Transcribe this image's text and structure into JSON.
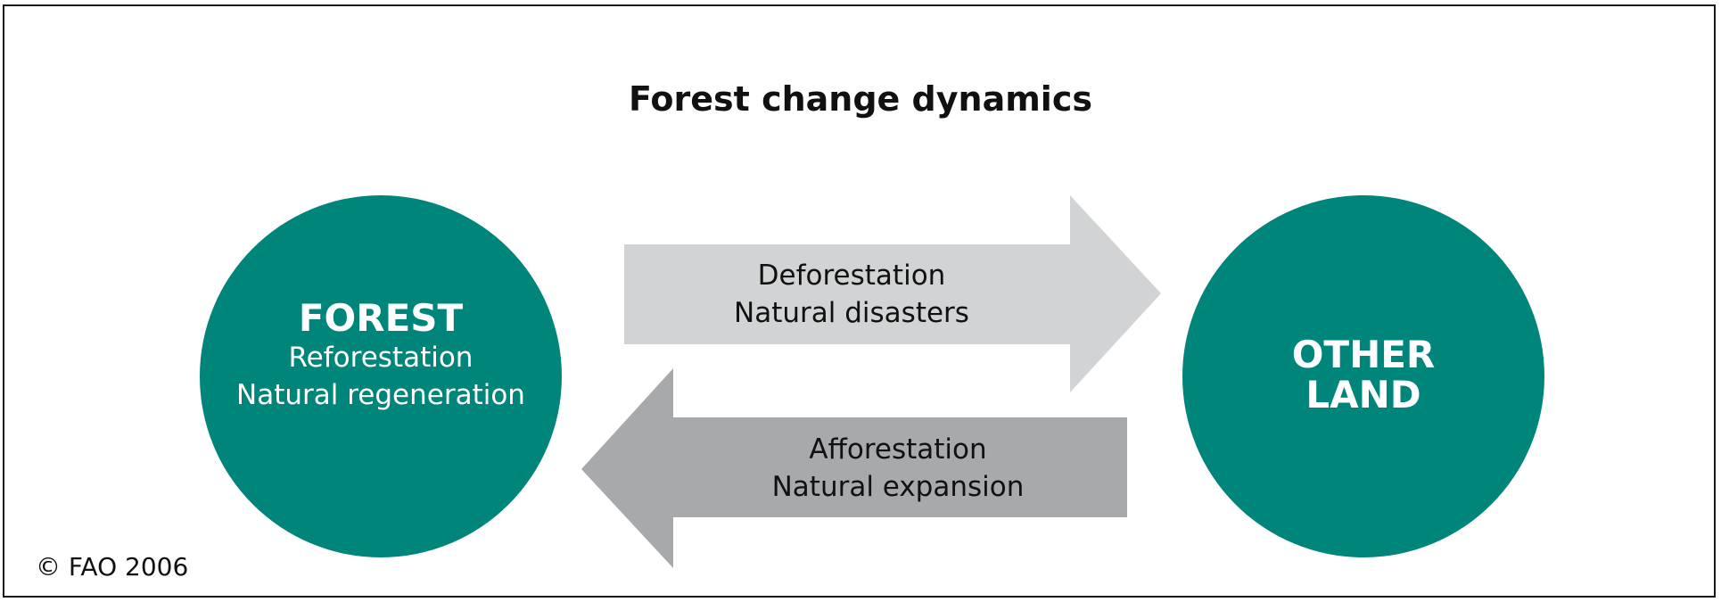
{
  "title": "Forest change dynamics",
  "colors": {
    "circle_fill": "#00857a",
    "arrow_top_fill": "#d1d3d4",
    "arrow_bottom_fill": "#a7a9ac",
    "text_dark": "#111111",
    "text_light": "#ffffff",
    "border": "#1a1a1a"
  },
  "forest_node": {
    "heading": "FOREST",
    "line1": "Reforestation",
    "line2": "Natural regeneration"
  },
  "other_land_node": {
    "line1": "OTHER",
    "line2": "LAND"
  },
  "arrow_to_other_land": {
    "line1": "Deforestation",
    "line2": "Natural disasters"
  },
  "arrow_to_forest": {
    "line1": "Afforestation",
    "line2": "Natural expansion"
  },
  "copyright": "© FAO 2006"
}
